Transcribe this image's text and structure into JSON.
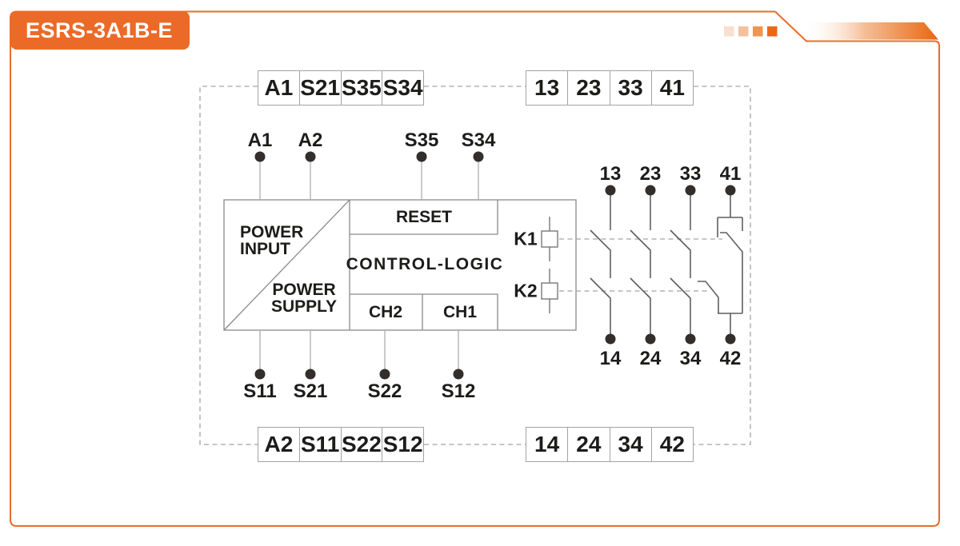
{
  "badge": {
    "label": "ESRS-3A1B-E"
  },
  "decoration": {
    "accent_color": "#EB6A28",
    "ribbon_end_color": "#E8660F",
    "squares": [
      "#F8DFCE",
      "#F4C09E",
      "#EF954F",
      "#E96A14"
    ]
  },
  "terminal_rows": {
    "top_left": [
      "A1",
      "S21",
      "S35",
      "S34"
    ],
    "top_right": [
      "13",
      "23",
      "33",
      "41"
    ],
    "bottom_left": [
      "A2",
      "S11",
      "S22",
      "S12"
    ],
    "bottom_right": [
      "14",
      "24",
      "34",
      "42"
    ]
  },
  "pins": {
    "top": [
      "A1",
      "A2",
      "S35",
      "S34"
    ],
    "bottom": [
      "S11",
      "S21",
      "S22",
      "S12"
    ],
    "contacts_top": [
      "13",
      "23",
      "33",
      "41"
    ],
    "contacts_bottom": [
      "14",
      "24",
      "34",
      "42"
    ]
  },
  "block": {
    "power_input_line1": "POWER",
    "power_input_line2": "INPUT",
    "power_supply_line1": "POWER",
    "power_supply_line2": "SUPPLY",
    "reset": "RESET",
    "control_logic": "CONTROL-LOGIC",
    "ch2": "CH2",
    "ch1": "CH1",
    "k1": "K1",
    "k2": "K2"
  },
  "colors": {
    "text": "#1C1C1A",
    "block_stroke": "#8A8A8A",
    "connector_gray": "#ADADAD",
    "contact_gray": "#5F5F5F",
    "dashed_gray": "#A3A3A3",
    "dot": "#332E2B"
  }
}
